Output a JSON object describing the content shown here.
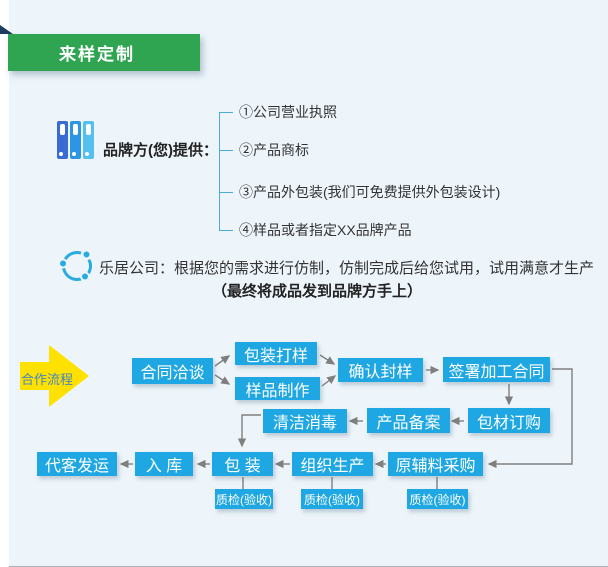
{
  "ribbon": {
    "title": "来样定制"
  },
  "provide": {
    "icon": "binders-icon",
    "label": "品牌方(您)提供：",
    "items": [
      "①公司营业执照",
      "②产品商标",
      "③产品外包装(我们可免费提供外包装设计)",
      "④样品或者指定XX品牌产品"
    ]
  },
  "company": {
    "icon": "network-circle-icon",
    "line1": "乐居公司：根据您的需求进行仿制，仿制完成后给您试用，试用满意才生产",
    "line2": "（最终将成品发到品牌方手上）"
  },
  "flow": {
    "label": "合作流程",
    "boxes": {
      "negotiate": "合同洽谈",
      "pack_sample": "包装打样",
      "prod_sample": "样品制作",
      "confirm": "确认封样",
      "sign": "签署加工合同",
      "order_pack": "包材订购",
      "record": "产品备案",
      "clean": "清洁消毒",
      "raw": "原辅料采购",
      "production": "组织生产",
      "packing": "包 装",
      "warehouse": "入 库",
      "ship": "代客发运",
      "qc": "质检(验收)"
    }
  },
  "colors": {
    "background": "#edf5fb",
    "banner_green": "#2fa552",
    "fold_navy": "#1b3c5f",
    "flow_blue": "#1ea7e2",
    "arrow_yellow": "#ffe100",
    "connector_gray": "#7f7f7f"
  }
}
